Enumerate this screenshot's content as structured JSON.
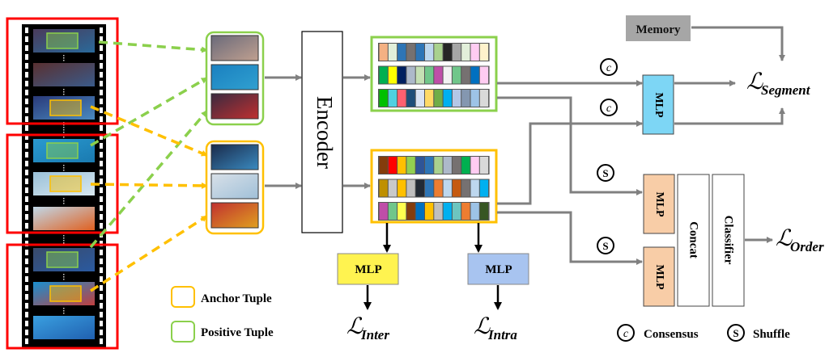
{
  "colors": {
    "positive": "#8BD04C",
    "anchor": "#FFC000",
    "segment_box": "#FF0000",
    "arrow_gray": "#808080",
    "memory_fill": "#A6A6A6",
    "mlp_blue": "#7DD6F5",
    "mlp_peach": "#F8CDA7",
    "mlp_yellow": "#FFF350",
    "mlp_lightblue": "#A8C4F0"
  },
  "filmstrip": {
    "segments": 3,
    "frames": [
      {
        "tone": [
          "#4a3a5a",
          "#2a6a9a"
        ],
        "box": "positive"
      },
      {
        "tone": [
          "#5a3030",
          "#3a5a8a"
        ],
        "box": null
      },
      {
        "tone": [
          "#2a3a7a",
          "#4a8ac0"
        ],
        "box": "anchor"
      },
      {
        "tone": [
          "#2a9ad0",
          "#1a7ab0"
        ],
        "box": "positive"
      },
      {
        "tone": [
          "#9ac0d8",
          "#d8e8f0"
        ],
        "box": "anchor"
      },
      {
        "tone": [
          "#c0d8e8",
          "#e06020"
        ],
        "box": null
      },
      {
        "tone": [
          "#3a4a6a",
          "#2a5aa0"
        ],
        "box": "positive"
      },
      {
        "tone": [
          "#1a90d0",
          "#c04040"
        ],
        "box": "anchor"
      },
      {
        "tone": [
          "#3aa0e0",
          "#2060b0"
        ],
        "box": null
      }
    ]
  },
  "tuples": {
    "positive": [
      [
        "#6a6a7a",
        "#c0a090"
      ],
      [
        "#1a80c0",
        "#30a0d0"
      ],
      [
        "#3a2a40",
        "#c03030"
      ]
    ],
    "anchor": [
      [
        "#1a2a4a",
        "#3a8ac0"
      ],
      [
        "#d8e0e8",
        "#a0c0d8"
      ],
      [
        "#c03030",
        "#e0a020"
      ]
    ]
  },
  "encoder": {
    "label": "Encoder"
  },
  "feature_grids": {
    "positive": [
      [
        "#F4B183",
        "#E2EFDA",
        "#2E75B6",
        "#767171",
        "#2E75B6",
        "#BDD7EE",
        "#A9D18E",
        "#262626",
        "#A6A6A6",
        "#E2EFDA",
        "#FFCCF2",
        "#FFF2CC"
      ],
      [
        "#00B050",
        "#FFFF00",
        "#002060",
        "#ADB9CA",
        "#C5E0B4",
        "#70C68A",
        "#BF4EA8",
        "#F2F2F2",
        "#70C68A",
        "#767171",
        "#0070C0",
        "#FFCCF2"
      ],
      [
        "#00C000",
        "#4FD0E0",
        "#FF6070",
        "#1F4E79",
        "#DAE3F3",
        "#FFD966",
        "#70AD47",
        "#00B0F0",
        "#B4C7E7",
        "#8497B0",
        "#9DC3E6",
        "#D9D9D9"
      ]
    ],
    "anchor": [
      [
        "#843C0C",
        "#FF0000",
        "#FFC000",
        "#92D050",
        "#2F5597",
        "#2E75B6",
        "#A9D18E",
        "#ADB9CA",
        "#767171",
        "#00B050",
        "#FFCCF2",
        "#D9D9D9"
      ],
      [
        "#BF9000",
        "#C9C9C9",
        "#FFC000",
        "#BFBFBF",
        "#222A35",
        "#2E75B6",
        "#ED7D31",
        "#BDD7EE",
        "#C55A11",
        "#767171",
        "#BDD7EE",
        "#00B0F0"
      ],
      [
        "#BF4EA8",
        "#70C68A",
        "#FFFF50",
        "#843C0C",
        "#0070C0",
        "#FFC000",
        "#BFBFBF",
        "#00B0F0",
        "#6CC5C0",
        "#ED7D31",
        "#9DC3E6",
        "#375623"
      ]
    ]
  },
  "memory": {
    "label": "Memory"
  },
  "mlp_segment": {
    "label": "MLP"
  },
  "mlp_order_top": {
    "label": "MLP"
  },
  "mlp_order_bottom": {
    "label": "MLP"
  },
  "concat": {
    "label": "Concat"
  },
  "classifier": {
    "label": "Classifier"
  },
  "mlp_inter": {
    "label": "MLP"
  },
  "mlp_intra": {
    "label": "MLP"
  },
  "losses": {
    "segment": {
      "symbol": "ℒ",
      "sub": "Segment"
    },
    "order": {
      "symbol": "ℒ",
      "sub": "Order"
    },
    "inter": {
      "symbol": "ℒ",
      "sub": "Inter"
    },
    "intra": {
      "symbol": "ℒ",
      "sub": "Intra"
    }
  },
  "ops": {
    "consensus_symbol": "c",
    "shuffle_symbol": "S"
  },
  "legend": {
    "anchor_label": "Anchor Tuple",
    "positive_label": "Positive Tuple",
    "consensus_label": "Consensus",
    "shuffle_label": "Shuffle"
  }
}
